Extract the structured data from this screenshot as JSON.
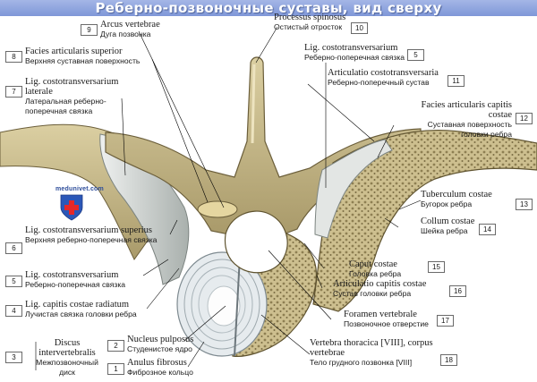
{
  "title": "Реберно-позвоночные суставы, вид сверху",
  "logo": {
    "text": "medunivet.com"
  },
  "labels": [
    {
      "id": "9",
      "la": "Arcus vertebrae",
      "ru": "Дуга позвонка"
    },
    {
      "id": "10",
      "la": "Processus spinosus",
      "ru": "Остистый отросток"
    },
    {
      "id": "8",
      "la": "Facies articularis superior",
      "ru": "Верхняя суставная поверхность"
    },
    {
      "id": "5a",
      "num": "5",
      "la": "Lig. costotransversarium",
      "ru": "Реберно-поперечная связка"
    },
    {
      "id": "7",
      "la": "Lig. costotransversarium laterale",
      "ru": "Латеральная реберно-поперечная связка"
    },
    {
      "id": "11",
      "la": "Articulatio costotransversaria",
      "ru": "Реберно-поперечный сустав"
    },
    {
      "id": "12",
      "la": "Facies articularis capitis costae",
      "ru": "Суставная поверхность головки ребра"
    },
    {
      "id": "13",
      "la": "Tuberculum costae",
      "ru": "Бугорок ребра"
    },
    {
      "id": "14",
      "la": "Collum costae",
      "ru": "Шейка ребра"
    },
    {
      "id": "6",
      "la": "Lig. costotransversarium superius",
      "ru": "Верхняя реберно-поперечная связка"
    },
    {
      "id": "15",
      "la": "Caput costae",
      "ru": "Головка ребра"
    },
    {
      "id": "5b",
      "num": "5",
      "la": "Lig. costotransversarium",
      "ru": "Реберно-поперечная связка"
    },
    {
      "id": "16",
      "la": "Articulatio capitis costae",
      "ru": "Сустав головки ребра"
    },
    {
      "id": "4",
      "la": "Lig. capitis costae radiatum",
      "ru": "Лучистая связка головки ребра"
    },
    {
      "id": "17",
      "la": "Foramen vertebrale",
      "ru": "Позвоночное отверстие"
    },
    {
      "id": "3",
      "la": "Discus intervertebralis",
      "ru": "Межпозвоночный диск"
    },
    {
      "id": "2",
      "la": "Nucleus pulposus",
      "ru": "Студенистое ядро"
    },
    {
      "id": "18",
      "la": "Vertebra thoracica [VIII], corpus vertebrae",
      "ru": "Тело грудного позвонка [VIII]"
    },
    {
      "id": "1",
      "la": "Anulus fibrosus",
      "ru": "Фиброзное кольцо"
    }
  ]
}
